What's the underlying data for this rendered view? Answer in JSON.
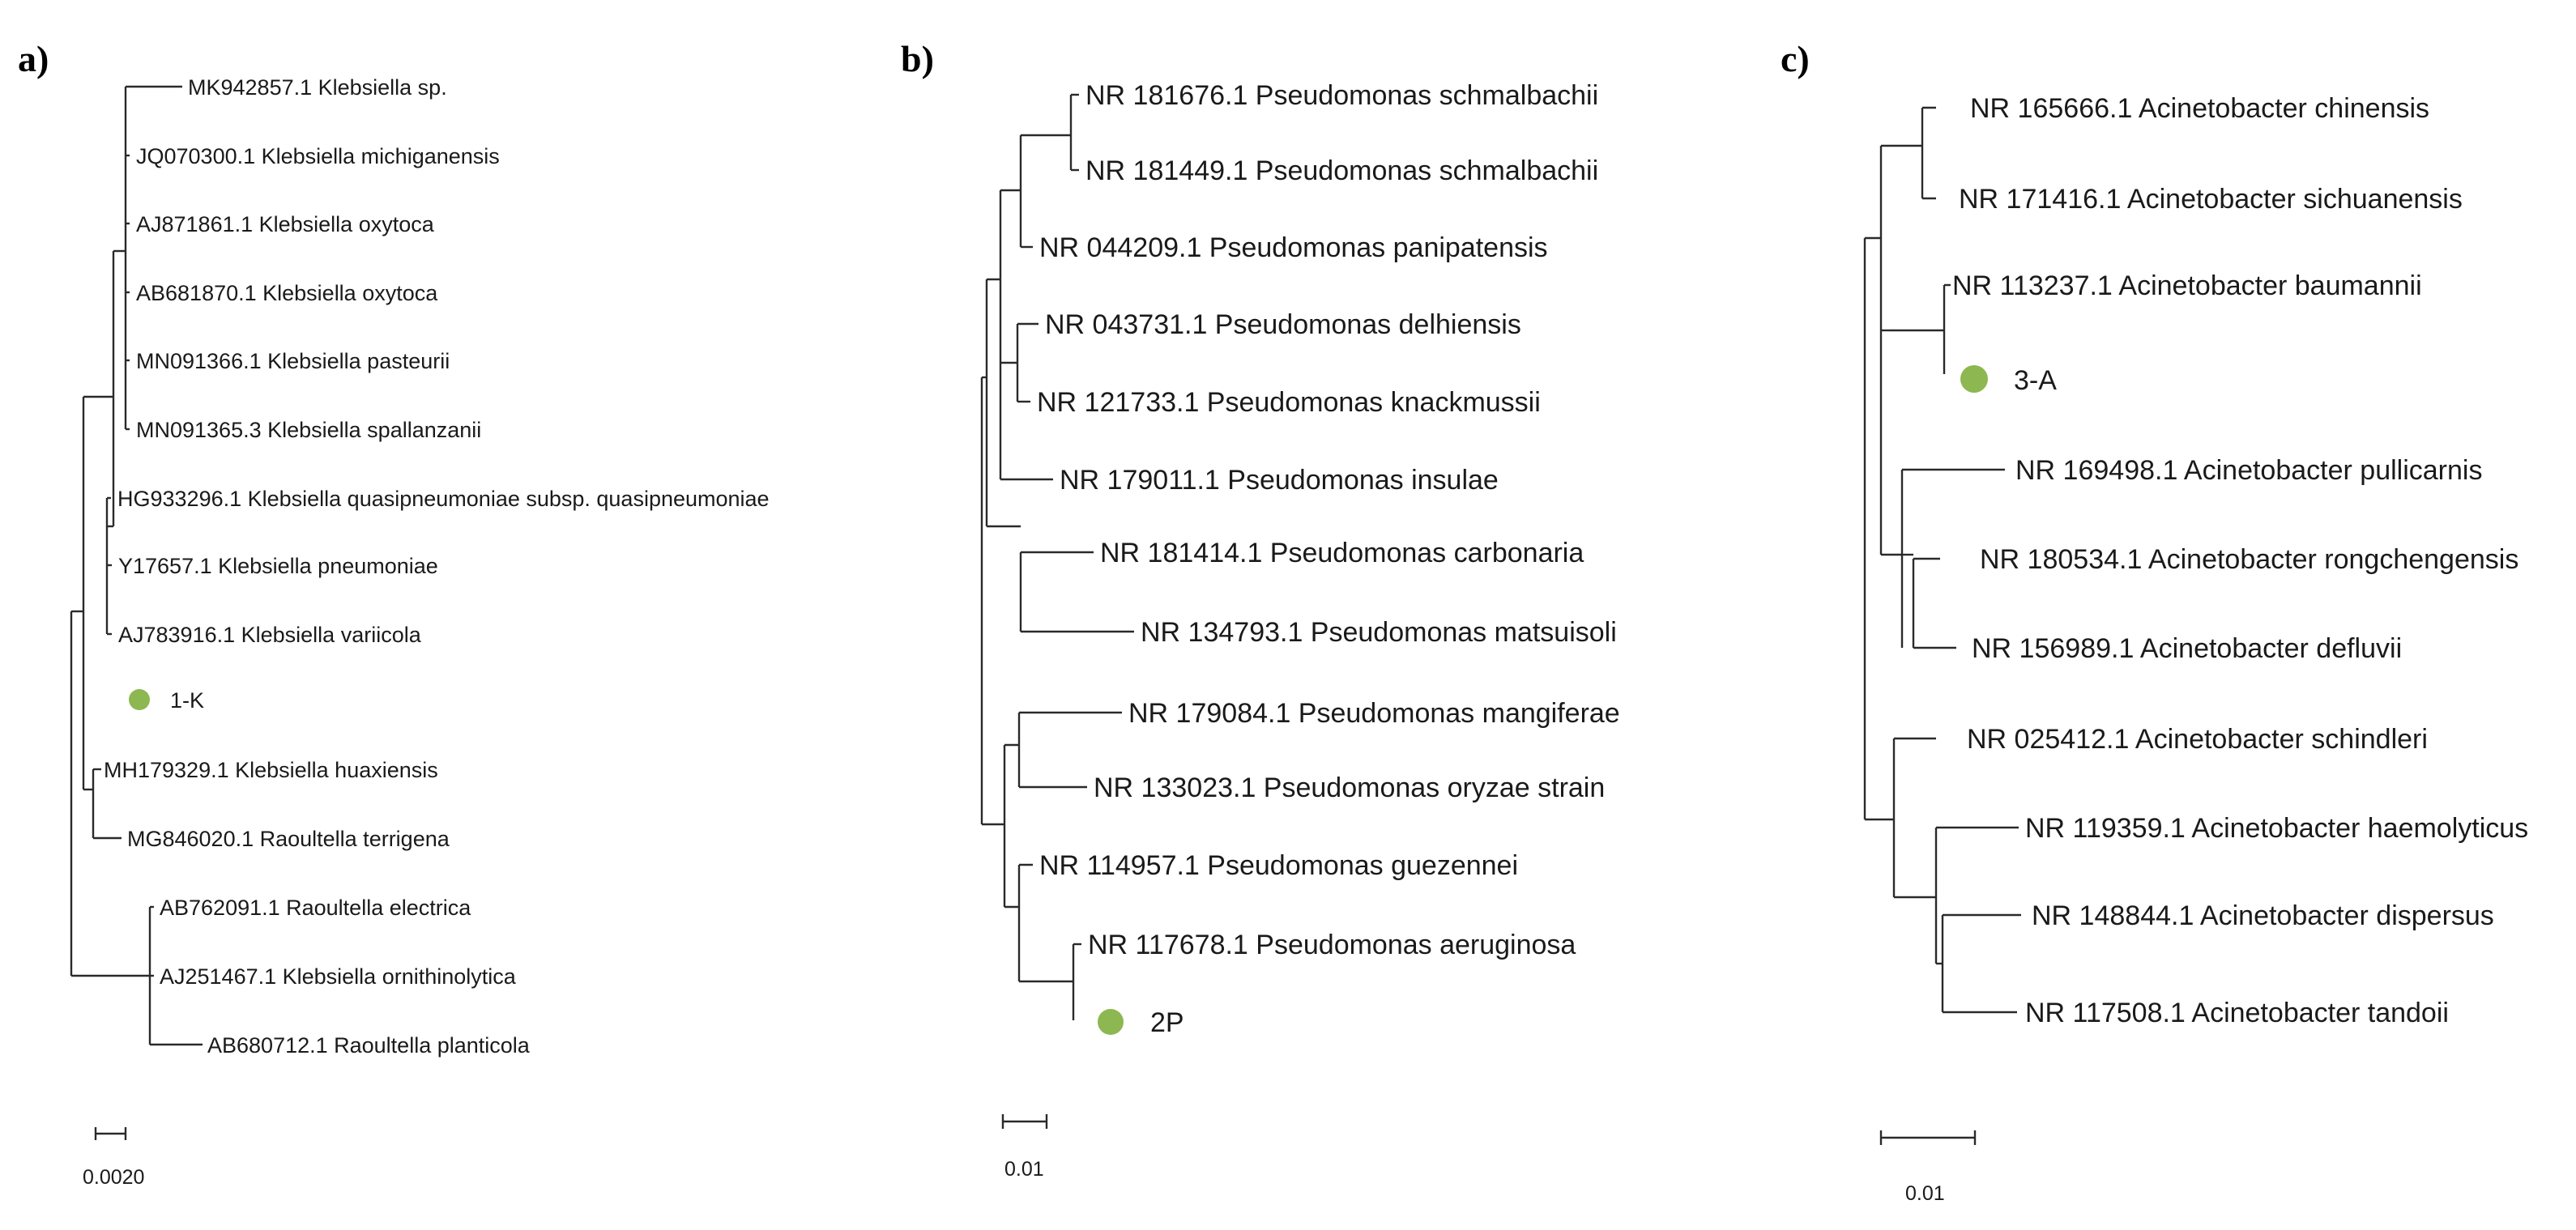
{
  "panels": [
    {
      "id": "a",
      "label": "a)",
      "leaves": [
        "MK942857.1 Klebsiella sp.",
        "JQ070300.1 Klebsiella michiganensis",
        "AJ871861.1 Klebsiella oxytoca",
        "AB681870.1 Klebsiella oxytoca",
        "MN091366.1 Klebsiella pasteurii",
        "MN091365.3 Klebsiella spallanzanii",
        "HG933296.1 Klebsiella quasipneumoniae subsp. quasipneumoniae",
        "Y17657.1 Klebsiella pneumoniae",
        "AJ783916.1 Klebsiella variicola",
        "1-K",
        "MH179329.1 Klebsiella huaxiensis",
        "MG846020.1 Raoultella terrigena",
        "AB762091.1 Raoultella electrica",
        "AJ251467.1 Klebsiella ornithinolytica",
        "AB680712.1 Raoultella planticola"
      ],
      "isolate": "1-K",
      "scale_label": "0.0020"
    },
    {
      "id": "b",
      "label": "b)",
      "leaves": [
        "NR 181676.1 Pseudomonas schmalbachii",
        "NR 181449.1 Pseudomonas schmalbachii",
        "NR 044209.1 Pseudomonas panipatensis",
        "NR 043731.1 Pseudomonas delhiensis",
        "NR 121733.1 Pseudomonas knackmussii",
        "NR 179011.1 Pseudomonas insulae",
        "NR 181414.1 Pseudomonas carbonaria",
        "NR 134793.1 Pseudomonas matsuisoli",
        "NR 179084.1 Pseudomonas mangiferae",
        "NR 133023.1 Pseudomonas oryzae strain",
        "NR 114957.1 Pseudomonas guezennei",
        "NR 117678.1 Pseudomonas aeruginosa",
        "2P"
      ],
      "isolate": "2P",
      "scale_label": "0.01"
    },
    {
      "id": "c",
      "label": "c)",
      "leaves": [
        "NR 165666.1 Acinetobacter chinensis",
        "NR 171416.1 Acinetobacter sichuanensis",
        "NR 113237.1 Acinetobacter baumannii",
        "3-A",
        "NR 169498.1 Acinetobacter pullicarnis",
        "NR 180534.1 Acinetobacter rongchengensis",
        "NR 156989.1 Acinetobacter defluvii",
        "NR 025412.1 Acinetobacter schindleri",
        "NR 119359.1 Acinetobacter haemolyticus",
        "NR 148844.1 Acinetobacter dispersus",
        "NR 117508.1 Acinetobacter tandoii"
      ],
      "isolate": "3-A",
      "scale_label": "0.01"
    }
  ],
  "colors": {
    "isolate_marker": "#8db750",
    "branch": "#2a2a2a",
    "text": "#1a1a1a"
  }
}
